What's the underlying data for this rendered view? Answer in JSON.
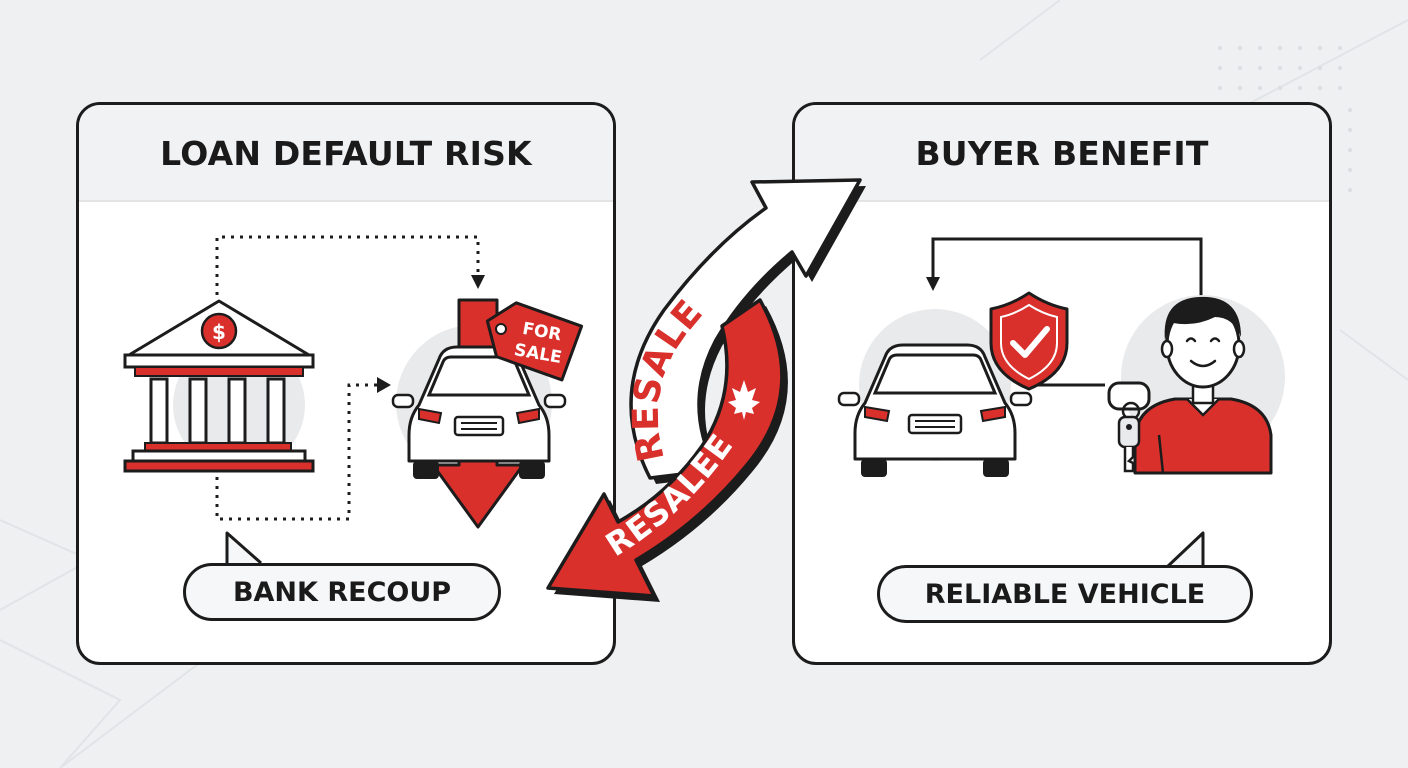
{
  "left_panel": {
    "title": "LOAN DEFAULT RISK",
    "caption": "BANK RECOUP",
    "bank_symbol": "$",
    "tag_line1": "FOR",
    "tag_line2": "SALE"
  },
  "right_panel": {
    "title": "BUYER BENEFIT",
    "caption": "RELIABLE VEHICLE"
  },
  "arrows": {
    "upper_text": "RESALE",
    "lower_text": "RESALEE"
  },
  "colors": {
    "accent": "#d9302c",
    "outline": "#1c1c1c",
    "panel_bg": "#ffffff",
    "page_bg": "#eef0f2"
  },
  "icons": [
    "bank-icon",
    "car-icon",
    "for-sale-tag-icon",
    "down-arrow-icon",
    "shield-check-icon",
    "person-icon",
    "car-keys-icon",
    "maple-leaf-icon"
  ]
}
